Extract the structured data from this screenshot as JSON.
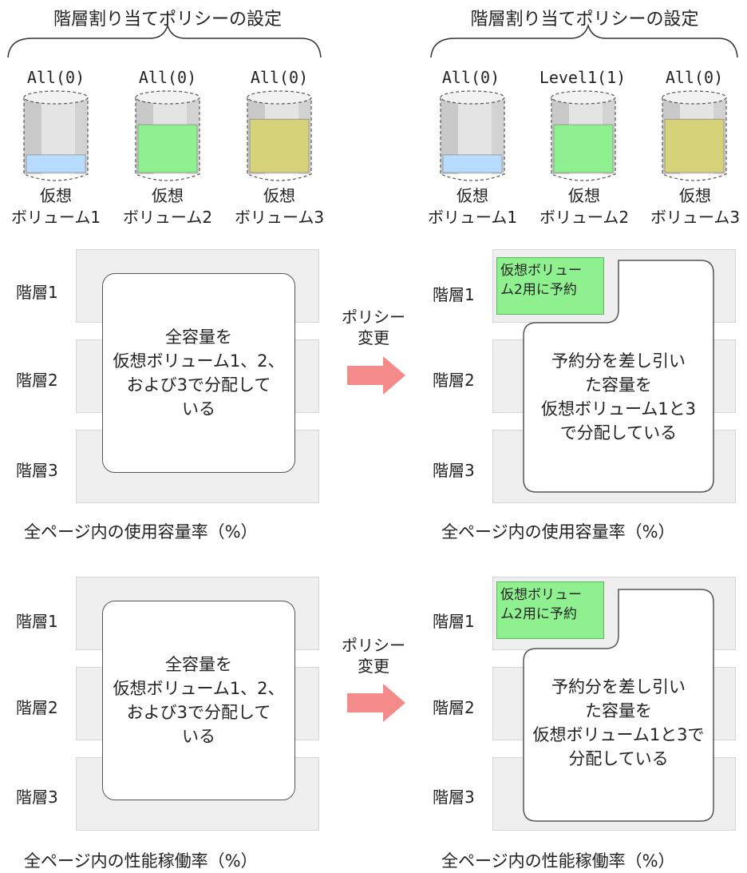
{
  "colors": {
    "volume1_fill": "#b8dcff",
    "volume2_fill": "#8ef08e",
    "volume3_fill": "#d6d27a",
    "arrow": "#f58a8a",
    "band": "#efefef"
  },
  "left": {
    "title": "階層割り当てポリシーの設定",
    "volumes": [
      {
        "policy": "All(0)",
        "name_line1": "仮想",
        "name_line2": "ボリューム1"
      },
      {
        "policy": "All(0)",
        "name_line1": "仮想",
        "name_line2": "ボリューム2"
      },
      {
        "policy": "All(0)",
        "name_line1": "仮想",
        "name_line2": "ボリューム3"
      }
    ]
  },
  "right": {
    "title": "階層割り当てポリシーの設定",
    "volumes": [
      {
        "policy": "All(0)",
        "name_line1": "仮想",
        "name_line2": "ボリューム1"
      },
      {
        "policy": "Level1(1)",
        "name_line1": "仮想",
        "name_line2": "ボリューム2"
      },
      {
        "policy": "All(0)",
        "name_line1": "仮想",
        "name_line2": "ボリューム3"
      }
    ]
  },
  "tiers": [
    "階層1",
    "階層2",
    "階層3"
  ],
  "arrow_label": {
    "line1": "ポリシー",
    "line2": "変更"
  },
  "panels": [
    {
      "caption": "全ページ内の使用容量率（%）",
      "left_box": [
        "全容量を",
        "仮想ボリューム1、2、",
        "および3で分配して",
        "いる"
      ],
      "reserve": [
        "仮想ボリュー",
        "ム2用に予約"
      ],
      "right_box": [
        "予約分を差し引い",
        "た容量を",
        "仮想ボリューム1と3",
        "で分配している"
      ],
      "right_caption": "全ページ内の使用容量率（%）"
    },
    {
      "caption": "全ページ内の性能稼働率（%）",
      "left_box": [
        "全容量を",
        "仮想ボリューム1、2、",
        "および3で分配して",
        "いる"
      ],
      "reserve": [
        "仮想ボリュー",
        "ム2用に予約"
      ],
      "right_box": [
        "予約分を差し引い",
        "た容量を",
        "仮想ボリューム1と3で",
        "分配している"
      ],
      "right_caption": "全ページ内の性能稼働率（%）"
    }
  ]
}
